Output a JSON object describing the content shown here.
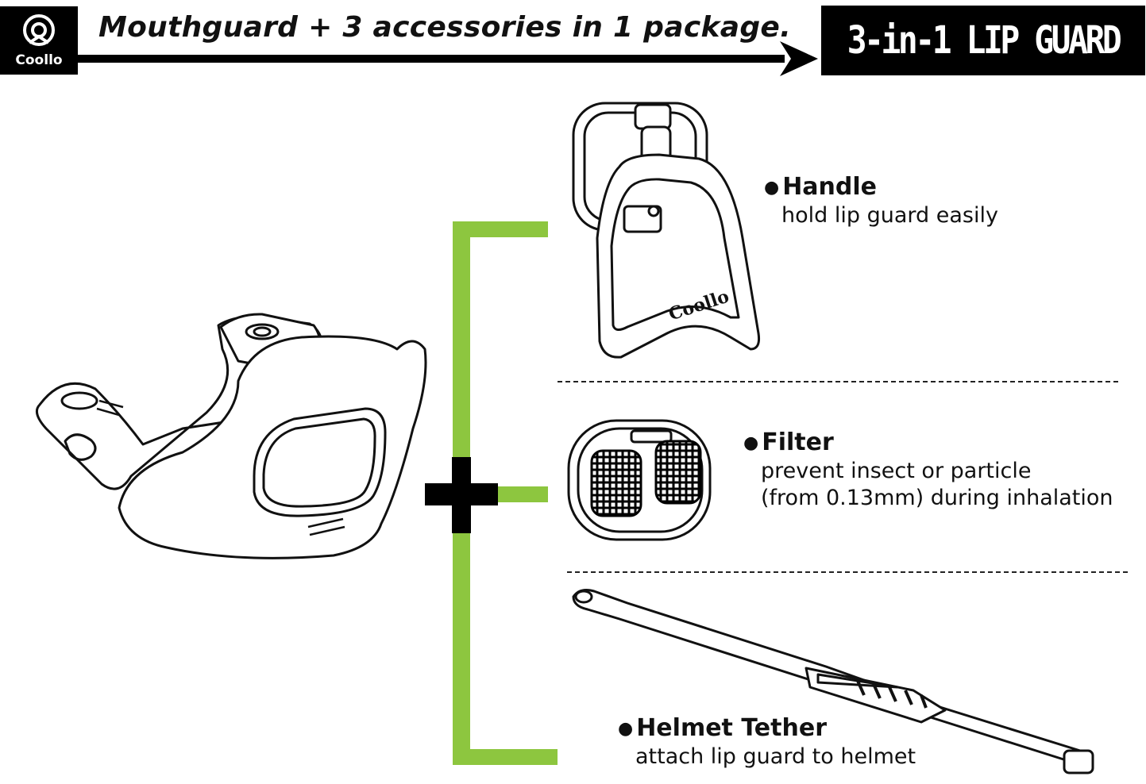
{
  "brand": {
    "logo_text": "Coollo",
    "handle_logo_text": "Coollo"
  },
  "header": {
    "tagline": "Mouthguard + 3 accessories in 1 package.",
    "title": "3-in-1  LIP GUARD"
  },
  "features": [
    {
      "name": "Handle",
      "description": [
        "hold lip guard easily"
      ]
    },
    {
      "name": "Filter",
      "description": [
        "prevent insect or particle",
        "(from 0.13mm) during inhalation"
      ]
    },
    {
      "name": "Helmet Tether",
      "description": [
        "attach lip guard to helmet"
      ]
    }
  ],
  "colors": {
    "connector_green": "#8dc63f",
    "black": "#000000"
  }
}
